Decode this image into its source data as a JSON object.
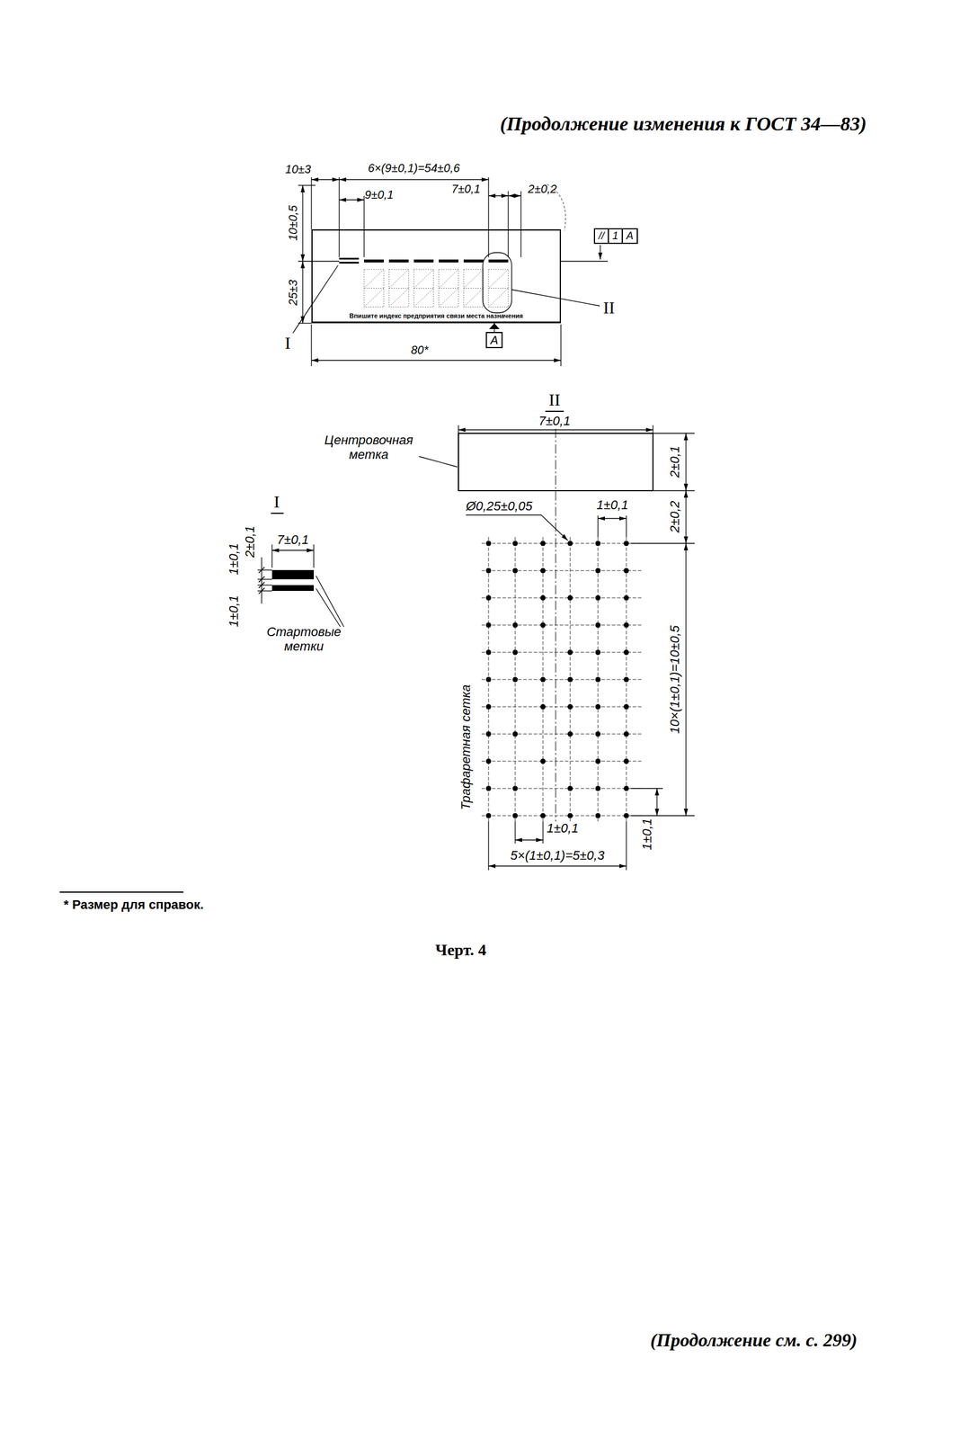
{
  "diagram": {
    "caption": "Черт. 4",
    "nodes": [
      {
        "text": [
          "Впишите индекс предприятия связи места назначения"
        ]
      },
      {
        "text": [
          "А"
        ]
      },
      {
        "text": [
          "//",
          "1",
          "А"
        ]
      }
    ],
    "labels": [
      "(Продолжение изменения к ГОСТ 34—83)",
      "10±3",
      "6×(9±0,1)=54±0,6",
      "9±0,1",
      "7±0,1",
      "2±0,2",
      "10±0,5",
      "25±3",
      "II",
      "I",
      "80*",
      "II",
      "7±0,1",
      "Центровочная метка",
      "2±0,1",
      "2±0,2",
      "Ø0,25±0,05",
      "1±0,1",
      "Трафаретная сетка",
      "10×(1±0,1)=10±0,5",
      "1±0,1",
      "5×(1±0,1)=5±0,3",
      "1±0,1",
      "I",
      "7±0,1",
      "1±0,1",
      "2±0,1",
      "1±0,1",
      "Стартовые метки",
      "* Размер для справок.",
      "(Продолжение см. с. 299)"
    ]
  }
}
